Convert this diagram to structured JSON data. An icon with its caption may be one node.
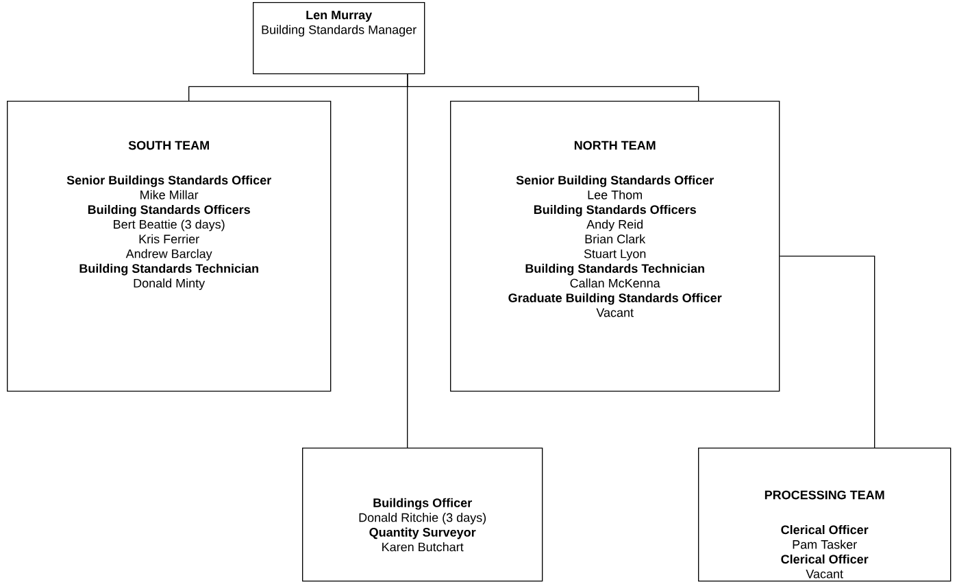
{
  "diagram": {
    "nodes": [
      {
        "text": [
          "Len Murray",
          "Building Standards Manager"
        ]
      },
      {
        "text": [
          "SOUTH TEAM",
          "Senior Buildings Standards Officer",
          "Mike Millar",
          "Building Standards Officers",
          "Bert Beattie (3 days)",
          "Kris Ferrier",
          "Andrew Barclay",
          "Building Standards Technician",
          "Donald Minty"
        ]
      },
      {
        "text": [
          "NORTH TEAM",
          "Senior Building Standards Officer",
          "Lee Thom",
          "Building Standards Officers",
          "Andy Reid",
          "Brian Clark",
          "Stuart Lyon",
          "Building Standards Technician",
          "Callan McKenna",
          "Graduate Building Standards Officer",
          "Vacant"
        ]
      },
      {
        "text": [
          "Buildings Officer",
          "Donald Ritchie (3 days)",
          "Quantity Surveyor",
          "Karen Butchart"
        ]
      },
      {
        "text": [
          "PROCESSING TEAM",
          "Clerical Officer",
          "Pam Tasker",
          "Clerical Officer",
          "Vacant"
        ]
      }
    ],
    "edges": [
      {
        "from": 0,
        "to": 1,
        "arrow": "none"
      },
      {
        "from": 0,
        "to": 2,
        "arrow": "none"
      },
      {
        "from": 0,
        "to": 3,
        "arrow": "none"
      },
      {
        "from": 2,
        "to": 4,
        "arrow": "none"
      }
    ]
  }
}
